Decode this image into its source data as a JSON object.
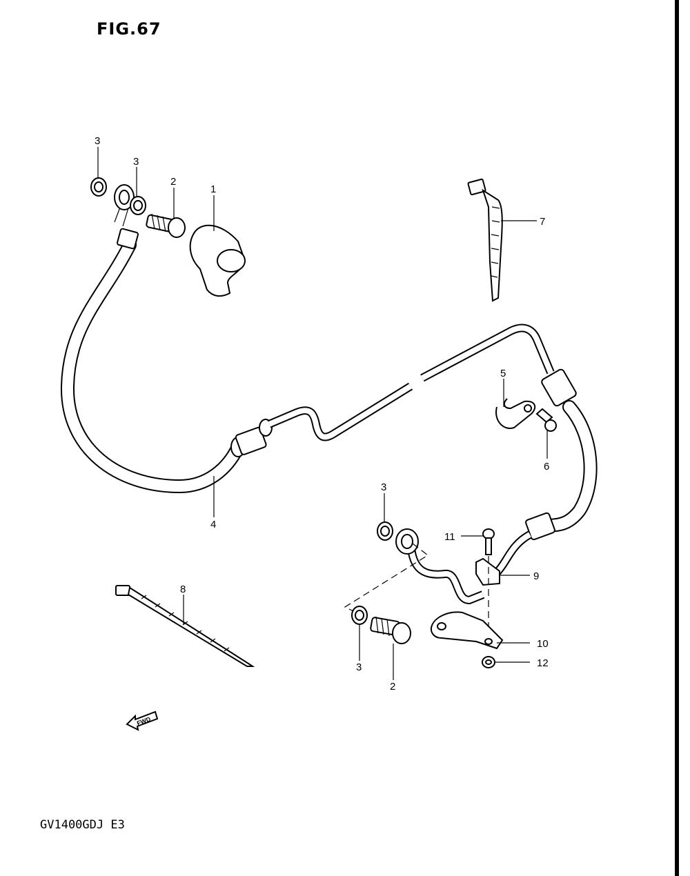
{
  "figure": {
    "title": "FIG.67",
    "model_code": "GV1400GDJ E3",
    "direction_label": "FWD"
  },
  "callouts": [
    {
      "id": "c1",
      "label": "1"
    },
    {
      "id": "c2a",
      "label": "2"
    },
    {
      "id": "c3a",
      "label": "3"
    },
    {
      "id": "c3b",
      "label": "3"
    },
    {
      "id": "c4",
      "label": "4"
    },
    {
      "id": "c5",
      "label": "5"
    },
    {
      "id": "c6",
      "label": "6"
    },
    {
      "id": "c7",
      "label": "7"
    },
    {
      "id": "c3c",
      "label": "3"
    },
    {
      "id": "c11",
      "label": "11"
    },
    {
      "id": "c9",
      "label": "9"
    },
    {
      "id": "c8",
      "label": "8"
    },
    {
      "id": "c10",
      "label": "10"
    },
    {
      "id": "c12",
      "label": "12"
    },
    {
      "id": "c3d",
      "label": "3"
    },
    {
      "id": "c2b",
      "label": "2"
    }
  ]
}
